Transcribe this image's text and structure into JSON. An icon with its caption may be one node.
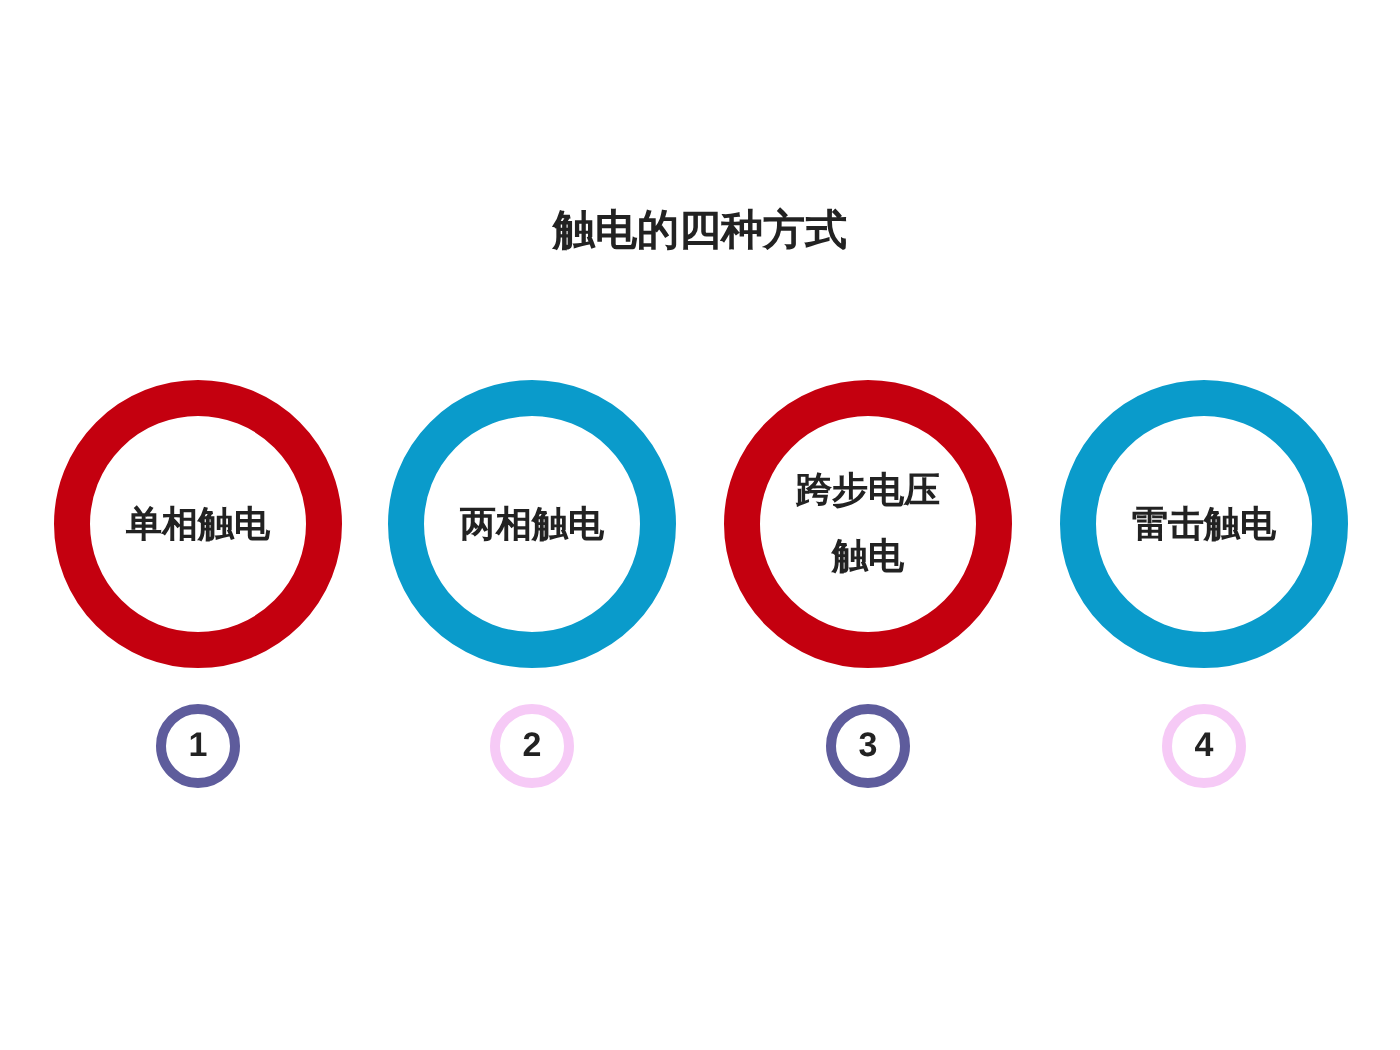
{
  "diagram": {
    "title": "触电的四种方式",
    "nodes": [
      {
        "text": [
          "单相触电"
        ]
      },
      {
        "text": [
          "两相触电"
        ]
      },
      {
        "text": [
          "跨步电压触电"
        ]
      },
      {
        "text": [
          "雷击触电"
        ]
      },
      {
        "text": [
          "1"
        ]
      },
      {
        "text": [
          "2"
        ]
      },
      {
        "text": [
          "3"
        ]
      },
      {
        "text": [
          "4"
        ]
      }
    ]
  }
}
